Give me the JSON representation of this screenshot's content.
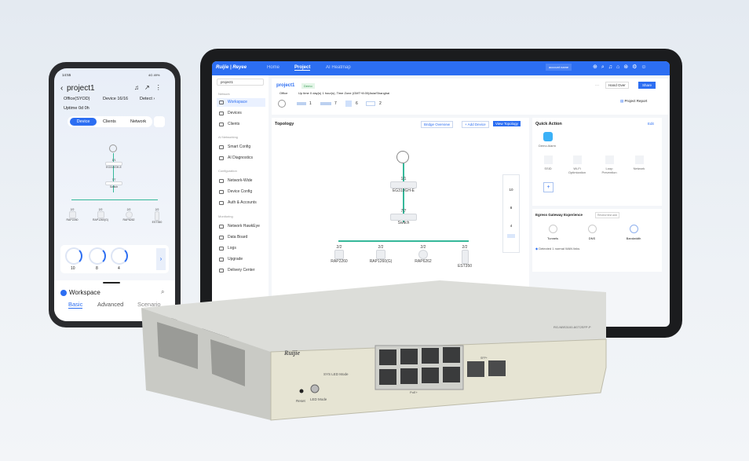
{
  "tablet": {
    "brand": "Ruijie | Reyee",
    "nav": [
      "Home",
      "Project",
      "AI Heatmap"
    ],
    "account": "account name",
    "sidebar": {
      "project": "project1",
      "sections": [
        "Network",
        "AI Networking",
        "Configuration",
        "Monitoring"
      ],
      "items": [
        "Workspace",
        "Devices",
        "Clients",
        "Smart Config",
        "AI Diagnostics",
        "Network-Wide",
        "Device Config",
        "Auth & Accounts",
        "Network HawkEye",
        "Data Board",
        "Logs",
        "Upgrade",
        "Delivery Center"
      ]
    },
    "project": {
      "name": "project1",
      "badge": "Demo",
      "scene": "Office",
      "uptime": "Up time 0 day(s) 1 hour(s), Time Zone (GMT+8:00)Asia/Shanghai",
      "counts": [
        "1",
        "7",
        "6",
        "2"
      ],
      "more": "···",
      "hand_over": "Hand Over",
      "share": "Share",
      "report": "Project Report"
    },
    "topology": {
      "title": "Topology",
      "bridge": "Bridge Overview",
      "add": "+ Add Device",
      "view": "View Topology",
      "gateway_ports": "1/1",
      "gateway": "EG310GH-E",
      "switch_ports": "7/7",
      "switch": "Switch",
      "aps": [
        {
          "ports": "2/2",
          "name": "RAP2260"
        },
        {
          "ports": "2/2",
          "name": "RAP1260(G)"
        },
        {
          "ports": "2/2",
          "name": "RAP6262"
        },
        {
          "ports": "2/2",
          "name": "EST350"
        }
      ],
      "stats": [
        "10",
        "8",
        "4"
      ]
    },
    "quick": {
      "title": "Quick Action",
      "edit": "Edit",
      "alarm": "Demo Alarm",
      "actions": [
        "SSID",
        "Wi-Fi Optimization",
        "Loop Prevention",
        "Network"
      ],
      "add": "+"
    },
    "egress": {
      "title": "Egress Gateway Experience",
      "tag": "Review test add",
      "items": [
        "Tunnels",
        "DNS",
        "Bandwidth"
      ],
      "note": "Detected 1 normal WAN links"
    }
  },
  "phone": {
    "time": "14:55",
    "status": "4G 49%",
    "title": "project1",
    "scene": "Office(SYOD)",
    "devices": "Device 16/16",
    "detect": "Detect",
    "uptime": "Uptime 0d 0h",
    "tabs": [
      "Device",
      "Clients",
      "Network"
    ],
    "topo": {
      "p1": "1/1",
      "gw": "EG310GH-E",
      "p2": "7/7",
      "sw": "Switch",
      "aps": [
        {
          "p": "2/2",
          "n": "RAP2260"
        },
        {
          "p": "2/2",
          "n": "RAP1260(G)"
        },
        {
          "p": "2/2",
          "n": "RAP6262"
        },
        {
          "p": "2/2",
          "n": "EST350"
        }
      ]
    },
    "stats": [
      "10",
      "8",
      "4"
    ],
    "workspace": "Workspace",
    "wtabs": [
      "Basic",
      "Advanced",
      "Scenario"
    ]
  },
  "switch": {
    "logo": "Ruijie",
    "model": "RG-NBS3100-8GT2SFP-P",
    "sys": "SYS LED Mode",
    "reset": "Reset",
    "led_mode": "LED Mode",
    "poe": "PoE+",
    "sfp": "SFP+"
  }
}
